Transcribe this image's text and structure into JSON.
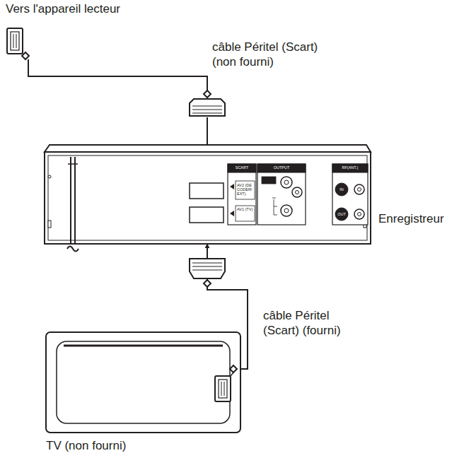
{
  "diagram": {
    "nodes": [
      {
        "text": [
          "Enregistreur"
        ]
      },
      {
        "text": [
          "TV (non fourni)"
        ]
      }
    ],
    "edges": [
      {
        "from": 1,
        "to": 0,
        "arrow": "to",
        "label": "câble Péritel (Scart) (fourni)"
      }
    ],
    "labels": [
      "Vers l'appareil lecteur",
      "câble Péritel (Scart) (non fourni)",
      "SCART",
      "OUTPUT",
      "RF(ANT.)",
      "AV2 (DECODER/EXT)",
      "AV1 (TV)",
      "IN",
      "OUT"
    ]
  }
}
